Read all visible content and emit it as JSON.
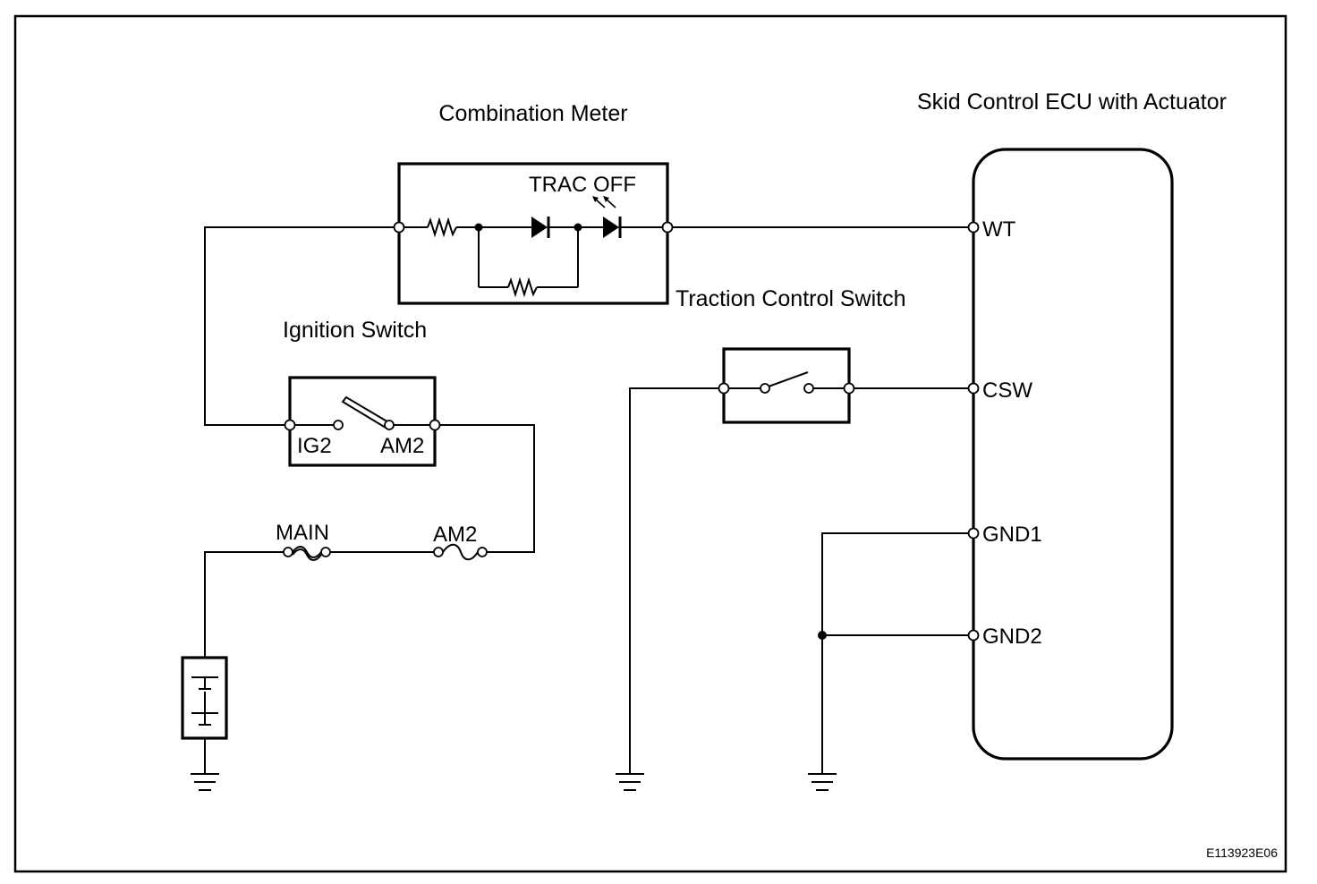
{
  "components": {
    "combination_meter": {
      "title": "Combination Meter",
      "indicator": "TRAC OFF"
    },
    "skid_control_ecu": {
      "title": "Skid Control ECU with Actuator"
    },
    "traction_control_switch": {
      "title": "Traction Control Switch"
    },
    "ignition_switch": {
      "title": "Ignition Switch",
      "pins": [
        "IG2",
        "AM2"
      ]
    }
  },
  "ecu_pins": [
    "WT",
    "CSW",
    "GND1",
    "GND2"
  ],
  "fuses": [
    "MAIN",
    "AM2"
  ],
  "figure_code": "E113923E06"
}
